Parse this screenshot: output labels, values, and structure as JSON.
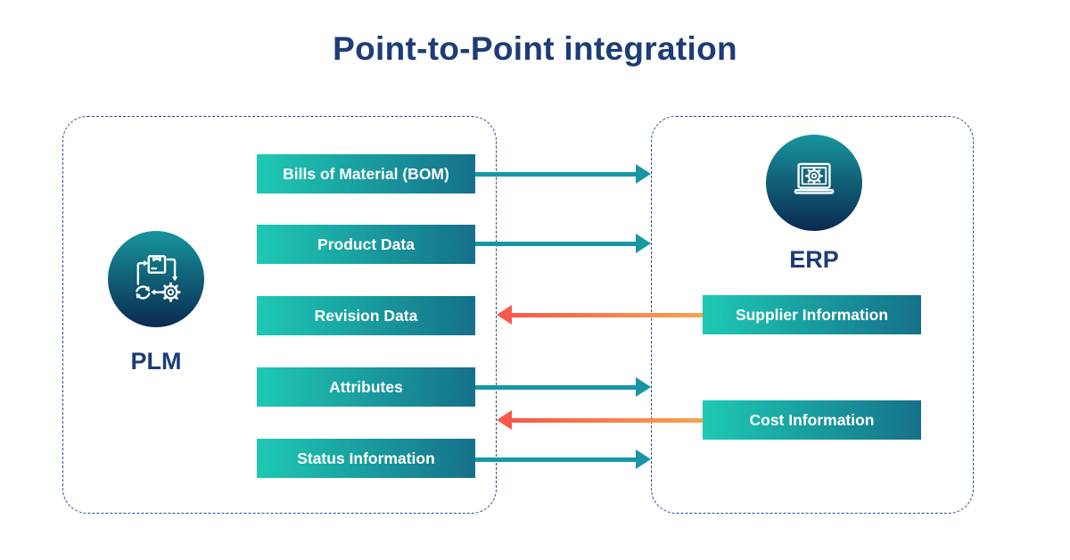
{
  "title": "Point-to-Point integration",
  "colors": {
    "navy_text": "#1d3c78",
    "zone_border": "#2c4a8c",
    "bar_gradient_start": "#1ec9b4",
    "bar_gradient_end": "#15708a",
    "arrow_teal": "#1896a5",
    "arrow_coral": "#f7584b",
    "arrow_orange": "#f9a24e",
    "circle_gradient_top": "#17949c",
    "circle_gradient_bottom": "#0a2a52"
  },
  "plm": {
    "label": "PLM",
    "icon": "product-lifecycle-icon",
    "flows": [
      {
        "label": "Bills of Material (BOM)",
        "direction": "to-erp",
        "arrow_color": "teal"
      },
      {
        "label": "Product Data",
        "direction": "to-erp",
        "arrow_color": "teal"
      },
      {
        "label": "Revision Data",
        "direction": "from-erp",
        "arrow_color": "orange"
      },
      {
        "label": "Attributes",
        "direction": "to-erp",
        "arrow_color": "teal"
      },
      {
        "label": "Status Information",
        "direction": "to-erp",
        "arrow_color": "teal"
      }
    ]
  },
  "erp": {
    "label": "ERP",
    "icon": "laptop-gear-icon",
    "flows": [
      {
        "label": "Supplier Information",
        "direction": "to-plm",
        "arrow_color": "orange"
      },
      {
        "label": "Cost Information",
        "direction": "to-plm",
        "arrow_color": "orange"
      }
    ]
  }
}
